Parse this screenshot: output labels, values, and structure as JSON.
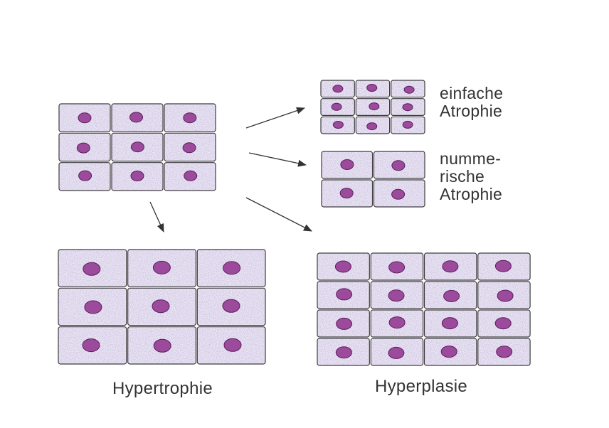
{
  "labels": {
    "simple_atrophy": [
      "einfache",
      "Atrophie"
    ],
    "numeric_atrophy": [
      "numme-",
      "rische",
      "Atrophie"
    ],
    "hypertrophy": "Hypertrophie",
    "hyperplasia": "Hyperplasie"
  },
  "grids": {
    "original": {
      "rows": 3,
      "cols": 3
    },
    "simple_atrophy": {
      "rows": 3,
      "cols": 3
    },
    "numeric_atrophy": {
      "rows": 2,
      "cols": 2
    },
    "hypertrophy": {
      "rows": 3,
      "cols": 3
    },
    "hyperplasia": {
      "rows": 4,
      "cols": 4
    }
  },
  "colors": {
    "cell_fill": "#ece6f8",
    "cell_border": "#3a3a3a",
    "nucleus": "#9c4a9c",
    "nucleus_border": "#5c1f5c",
    "arrow": "#333333",
    "text": "#333333"
  }
}
